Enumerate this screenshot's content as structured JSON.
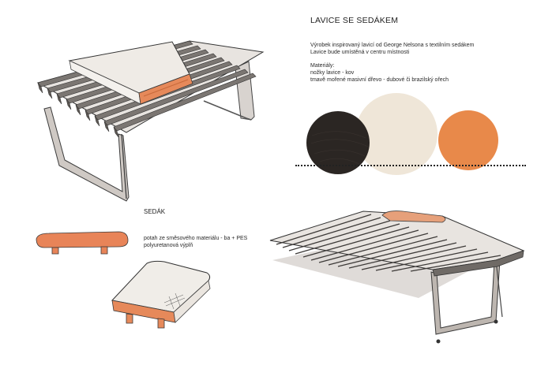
{
  "header": {
    "title": "LAVICE SE SEDÁKEM"
  },
  "description": {
    "line1": "Výrobek inspirovaný lavicí od George Nelsona s textilním sedákem",
    "line2": "Lavice bude umístěná v centru místnosti"
  },
  "materials": {
    "heading": "Materiály:",
    "legs": "nožky lavice - kov",
    "wood": "tmavě mořené masivní dřevo -  dubové či brazilský ořech"
  },
  "swatches": [
    {
      "name": "dark-wood",
      "color": "#2b2623"
    },
    {
      "name": "cream-fabric",
      "color": "#efe6d8"
    },
    {
      "name": "orange-fabric",
      "color": "#e8894a"
    }
  ],
  "cushion": {
    "heading": "SEDÁK",
    "fabric": "potah ze směsového materiálu - ba + PES",
    "filling": "polyuretanová výplň"
  },
  "colors": {
    "wood": "#6f6a66",
    "metal": "#5d5753",
    "cushion_top": "#eeeae4",
    "cushion_edge": "#e68a5a"
  }
}
